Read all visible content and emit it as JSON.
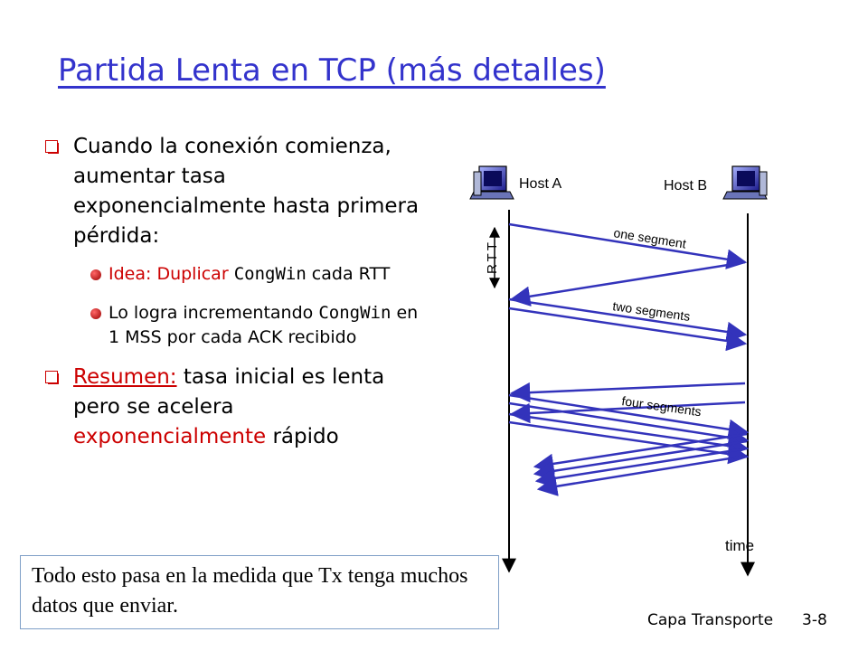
{
  "slide": {
    "title": "Partida Lenta en TCP (más detalles)",
    "bullets": [
      {
        "text": "Cuando la conexión comienza, aumentar tasa exponencialmente hasta primera pérdida:"
      },
      {
        "subbullets": [
          {
            "label": "Idea:",
            "pre": " Duplicar ",
            "code": "CongWin",
            "post": " cada RTT"
          },
          {
            "pre": "Lo logra incrementando ",
            "code": "CongWin",
            "post": " en 1 MSS por cada ACK recibido"
          }
        ]
      },
      {
        "link": "Resumen:",
        "mid": " tasa inicial es lenta pero se acelera ",
        "emph": "exponencialmente",
        "tail": " rápido"
      }
    ],
    "note": "Todo esto pasa en la medida que Tx tenga muchos datos que enviar.",
    "footer_left": "Capa Transporte",
    "footer_right": "3-8"
  },
  "diagram": {
    "host_a": "Host A",
    "host_b": "Host B",
    "rtt_label": "RTT",
    "time_label": "time",
    "segment_labels": [
      "one segment",
      "two segments",
      "four segments"
    ],
    "icons": [
      "computer-icon",
      "computer-icon"
    ],
    "line_color": "#3333bb"
  }
}
